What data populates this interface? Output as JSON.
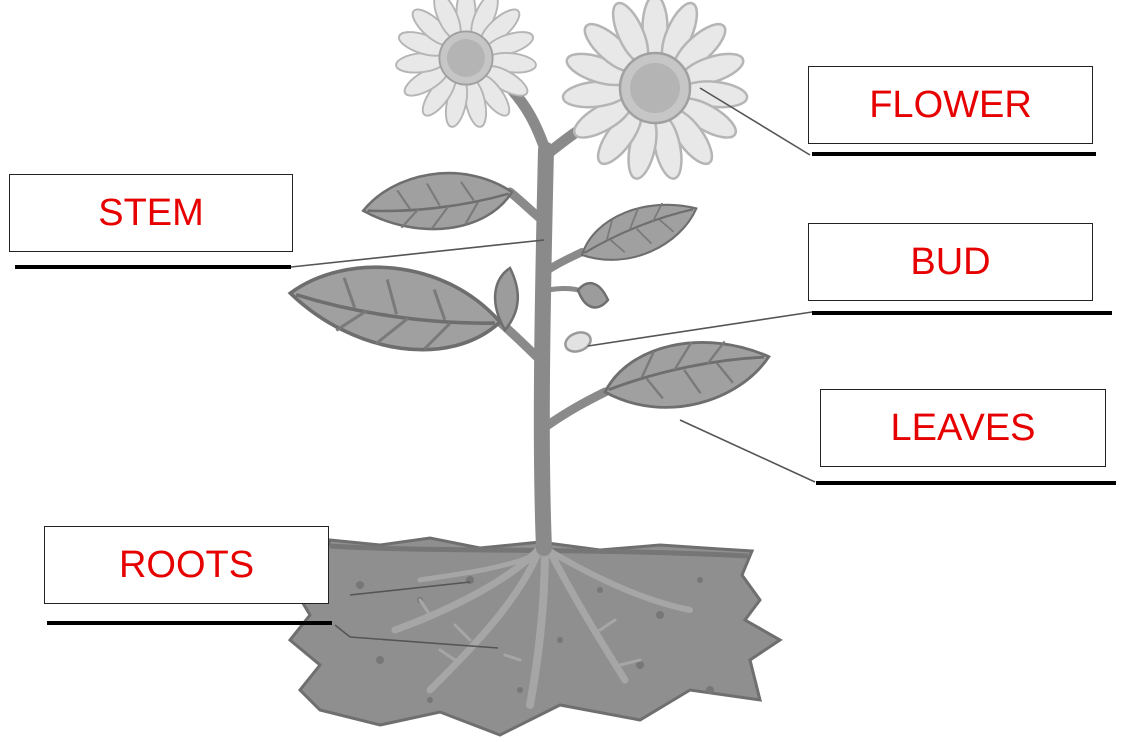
{
  "labels": {
    "flower": "FLOWER",
    "stem": "STEM",
    "bud": "BUD",
    "leaves": "LEAVES",
    "roots": "ROOTS"
  },
  "colors": {
    "label_text": "#e60000",
    "soil": "#8f8f8f",
    "stem": "#8a8a8a",
    "leaf": "#9a9a9a",
    "petal": "#e4e4e4"
  }
}
